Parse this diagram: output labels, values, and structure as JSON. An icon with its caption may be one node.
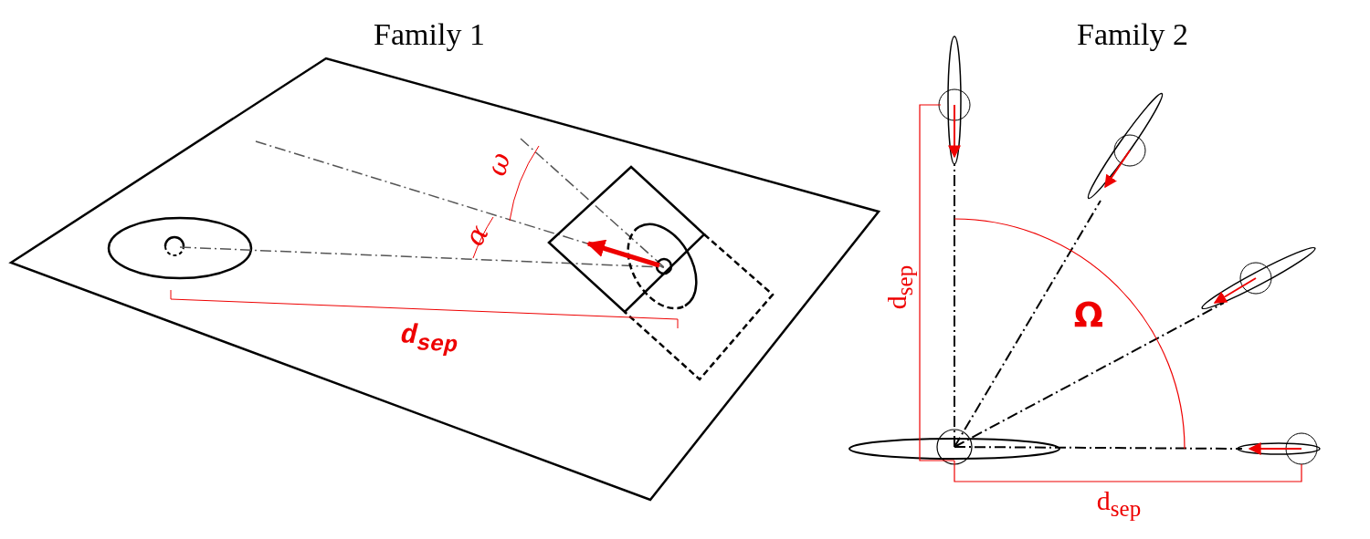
{
  "diagram": {
    "labels": [
      "Family 1",
      "Family 2",
      "ω",
      "α",
      "d$_{sep}$",
      "Ω",
      "d$_{sep}$",
      "d$_{sep}$"
    ]
  }
}
